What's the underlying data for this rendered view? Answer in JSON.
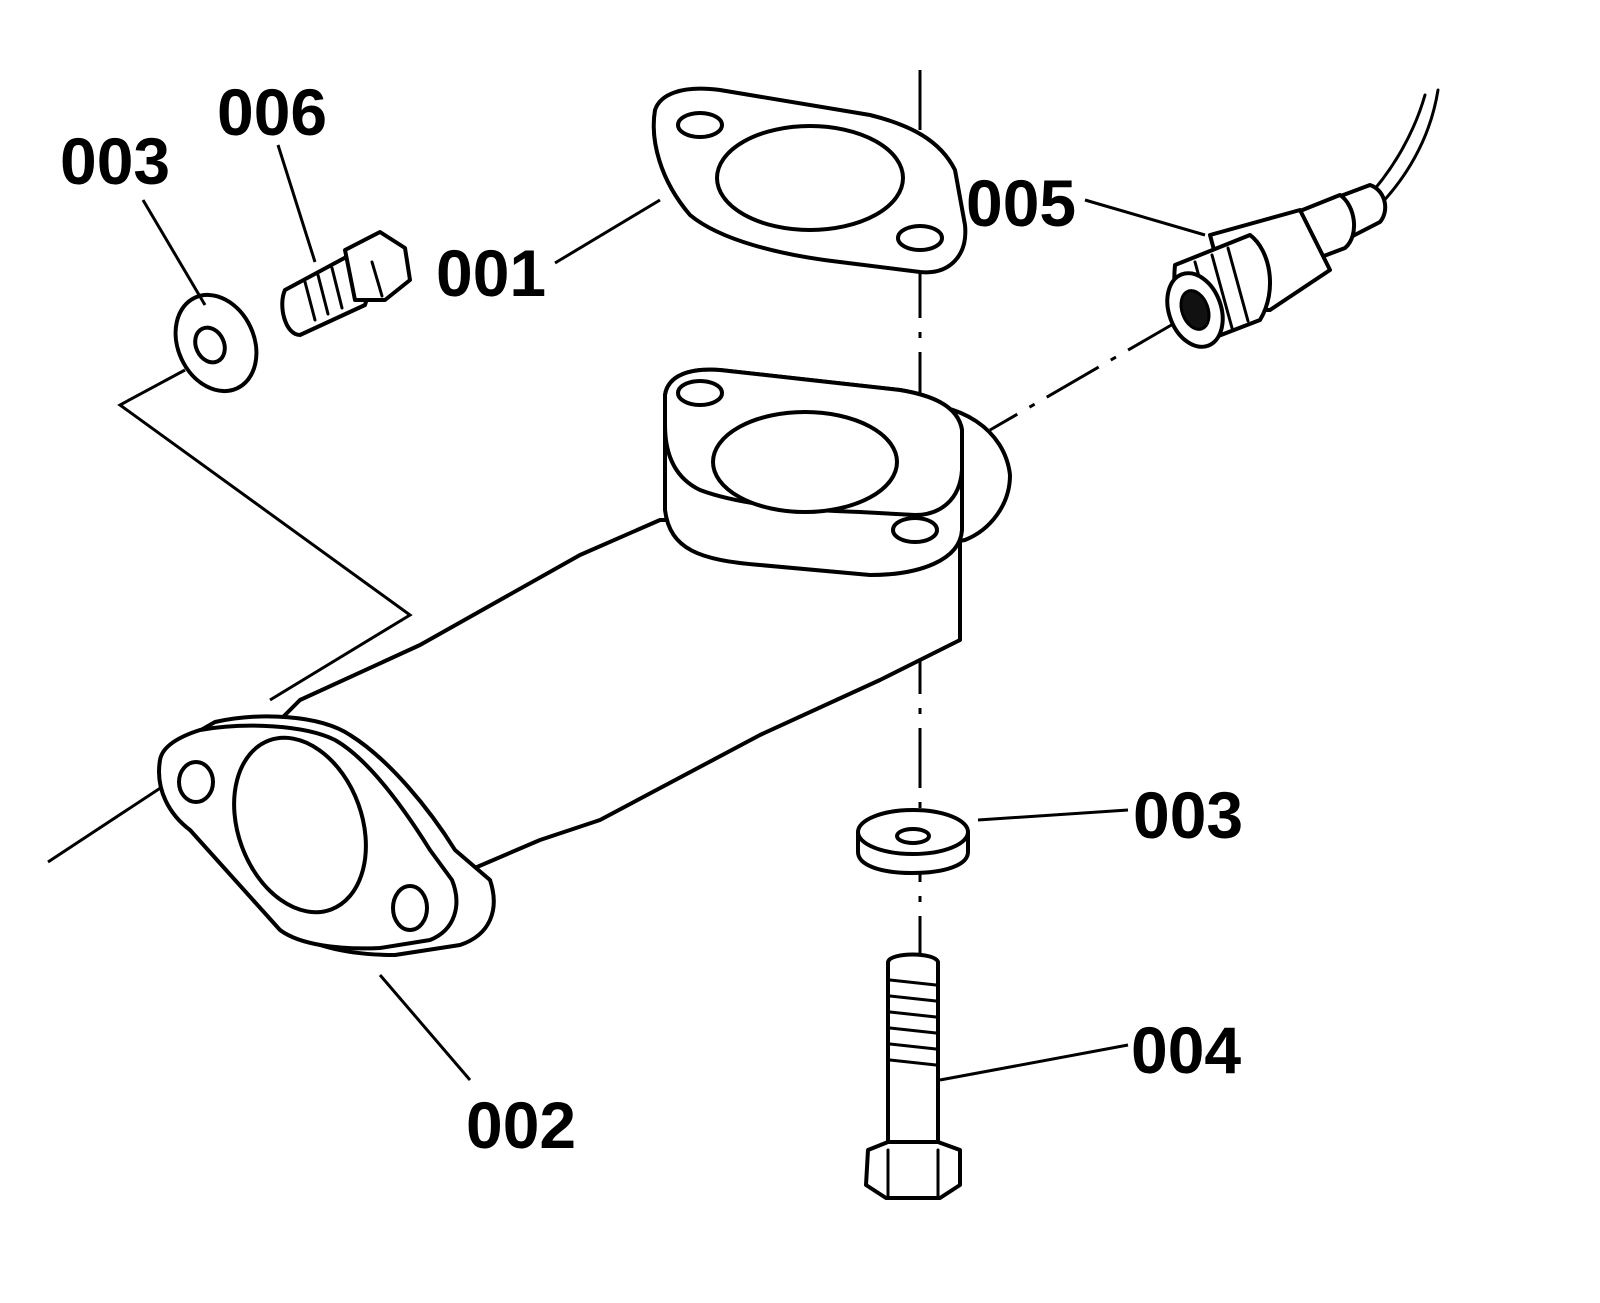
{
  "callouts": {
    "c001": "001",
    "c002": "002",
    "c003_top": "003",
    "c003_mid": "003",
    "c004": "004",
    "c005": "005",
    "c006": "006"
  },
  "icons": {
    "gasket": "gasket-icon",
    "manifold": "manifold-pipe-icon",
    "washer": "washer-icon",
    "bolt": "bolt-icon",
    "sensor": "sensor-icon",
    "plug": "plug-icon"
  }
}
